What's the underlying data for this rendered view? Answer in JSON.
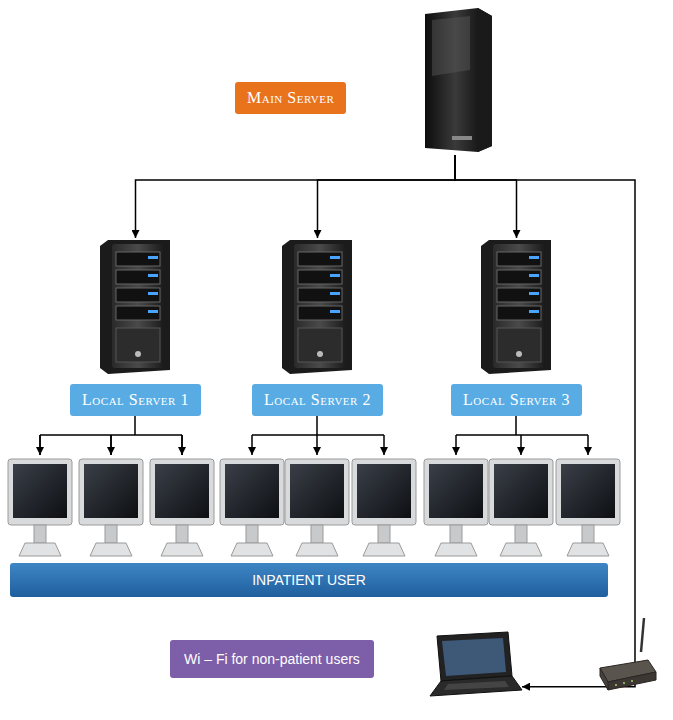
{
  "diagram": {
    "nodes": [
      {
        "text": [
          "Main Server"
        ]
      },
      {
        "text": [
          "Local Server 1"
        ]
      },
      {
        "text": [
          "Local Server 2"
        ]
      },
      {
        "text": [
          "Local Server 3"
        ]
      },
      {
        "text": [
          "INPATIENT USER"
        ]
      },
      {
        "text": [
          "Wi – Fi for non-patient users"
        ]
      }
    ],
    "edges": [
      {
        "from": 0,
        "to": 1,
        "arrow": "to"
      },
      {
        "from": 0,
        "to": 2,
        "arrow": "to"
      },
      {
        "from": 0,
        "to": 3,
        "arrow": "to"
      },
      {
        "from": 0,
        "to": 5,
        "arrow": "to"
      }
    ]
  }
}
